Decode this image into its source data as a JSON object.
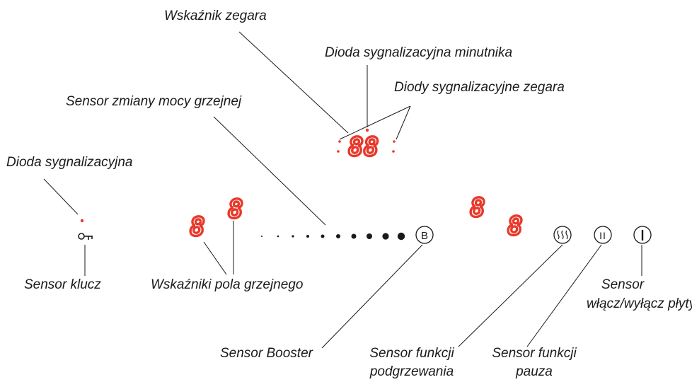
{
  "labels": {
    "clock_indicator": "Wskaźnik zegara",
    "timer_led": "Dioda sygnalizacyjna minutnika",
    "clock_leds": "Diody sygnalizacyjne zegara",
    "power_slider": "Sensor zmiany mocy grzejnej",
    "signal_led": "Dioda sygnalizacyjna",
    "key_sensor": "Sensor klucz",
    "zone_indicators": "Wskaźniki pola grzejnego",
    "booster_sensor": "Sensor Booster",
    "warming_sensor_line1": "Sensor funkcji",
    "warming_sensor_line2": "podgrzewania",
    "pause_sensor_line1": "Sensor funkcji",
    "pause_sensor_line2": "pauza",
    "onoff_sensor_line1": "Sensor",
    "onoff_sensor_line2": "włącz/wyłącz płyty"
  },
  "buttons": {
    "booster": "B",
    "pause": "II"
  },
  "displays": {
    "clock": "88",
    "zone_left_low": "8",
    "zone_left_high": "8",
    "zone_right_high": "8",
    "zone_right_low": "8"
  },
  "colors": {
    "led": "#e8392b",
    "line": "#1a1a1a"
  }
}
